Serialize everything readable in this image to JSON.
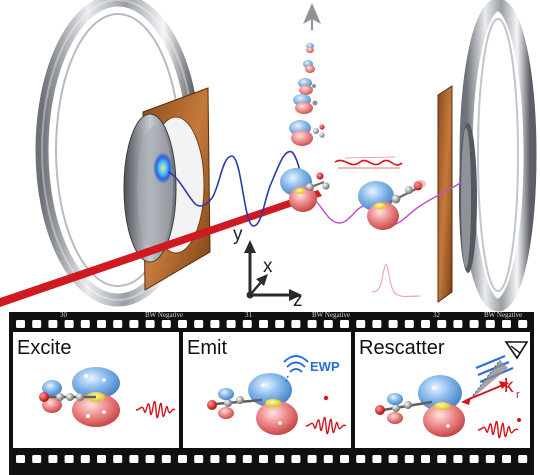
{
  "axes": {
    "y": "y",
    "x": "x",
    "z": "z"
  },
  "film_strip": {
    "frame_numbers": [
      "30",
      "31",
      "32"
    ],
    "edge_labels": [
      "BW Negative",
      "BW Negative",
      "BW Negative"
    ]
  },
  "panels": [
    {
      "title": "Excite"
    },
    {
      "title": "Emit",
      "tag": "EWP"
    },
    {
      "title": "Rescatter",
      "vector_label": "k",
      "vector_sub": "r"
    }
  ],
  "colors": {
    "laser": "#d4131c",
    "wave": "#2a3aa8",
    "orbital_blue": "#7fb3e6",
    "orbital_red": "#e77c7c",
    "copper": "#b5652d",
    "ewp": "#2d6fd6"
  }
}
